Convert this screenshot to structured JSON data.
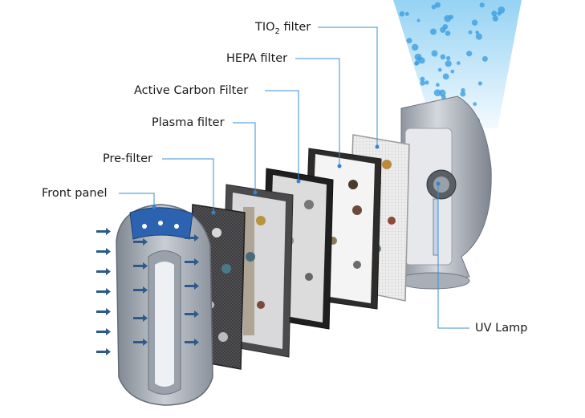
{
  "labels": {
    "tio2_prefix": "TIO",
    "tio2_subscript": "2",
    "tio2_suffix": " filter",
    "hepa": "HEPA filter",
    "active_carbon": "Active Carbon Filter",
    "plasma": "Plasma filter",
    "pre_filter": "Pre-filter",
    "front_panel": "Front panel",
    "uv_lamp": "UV Lamp"
  },
  "colors": {
    "leader_line": "#3a8fd6",
    "leader_dot": "#2e86d4",
    "airflow": "#8fd0f3",
    "arrows": "#2d5a8a",
    "unit_body": "#b9bec6"
  },
  "icons": {
    "airflow_arrow": "inflow-arrow-icon",
    "fresh_air": "air-bubble-icon"
  }
}
